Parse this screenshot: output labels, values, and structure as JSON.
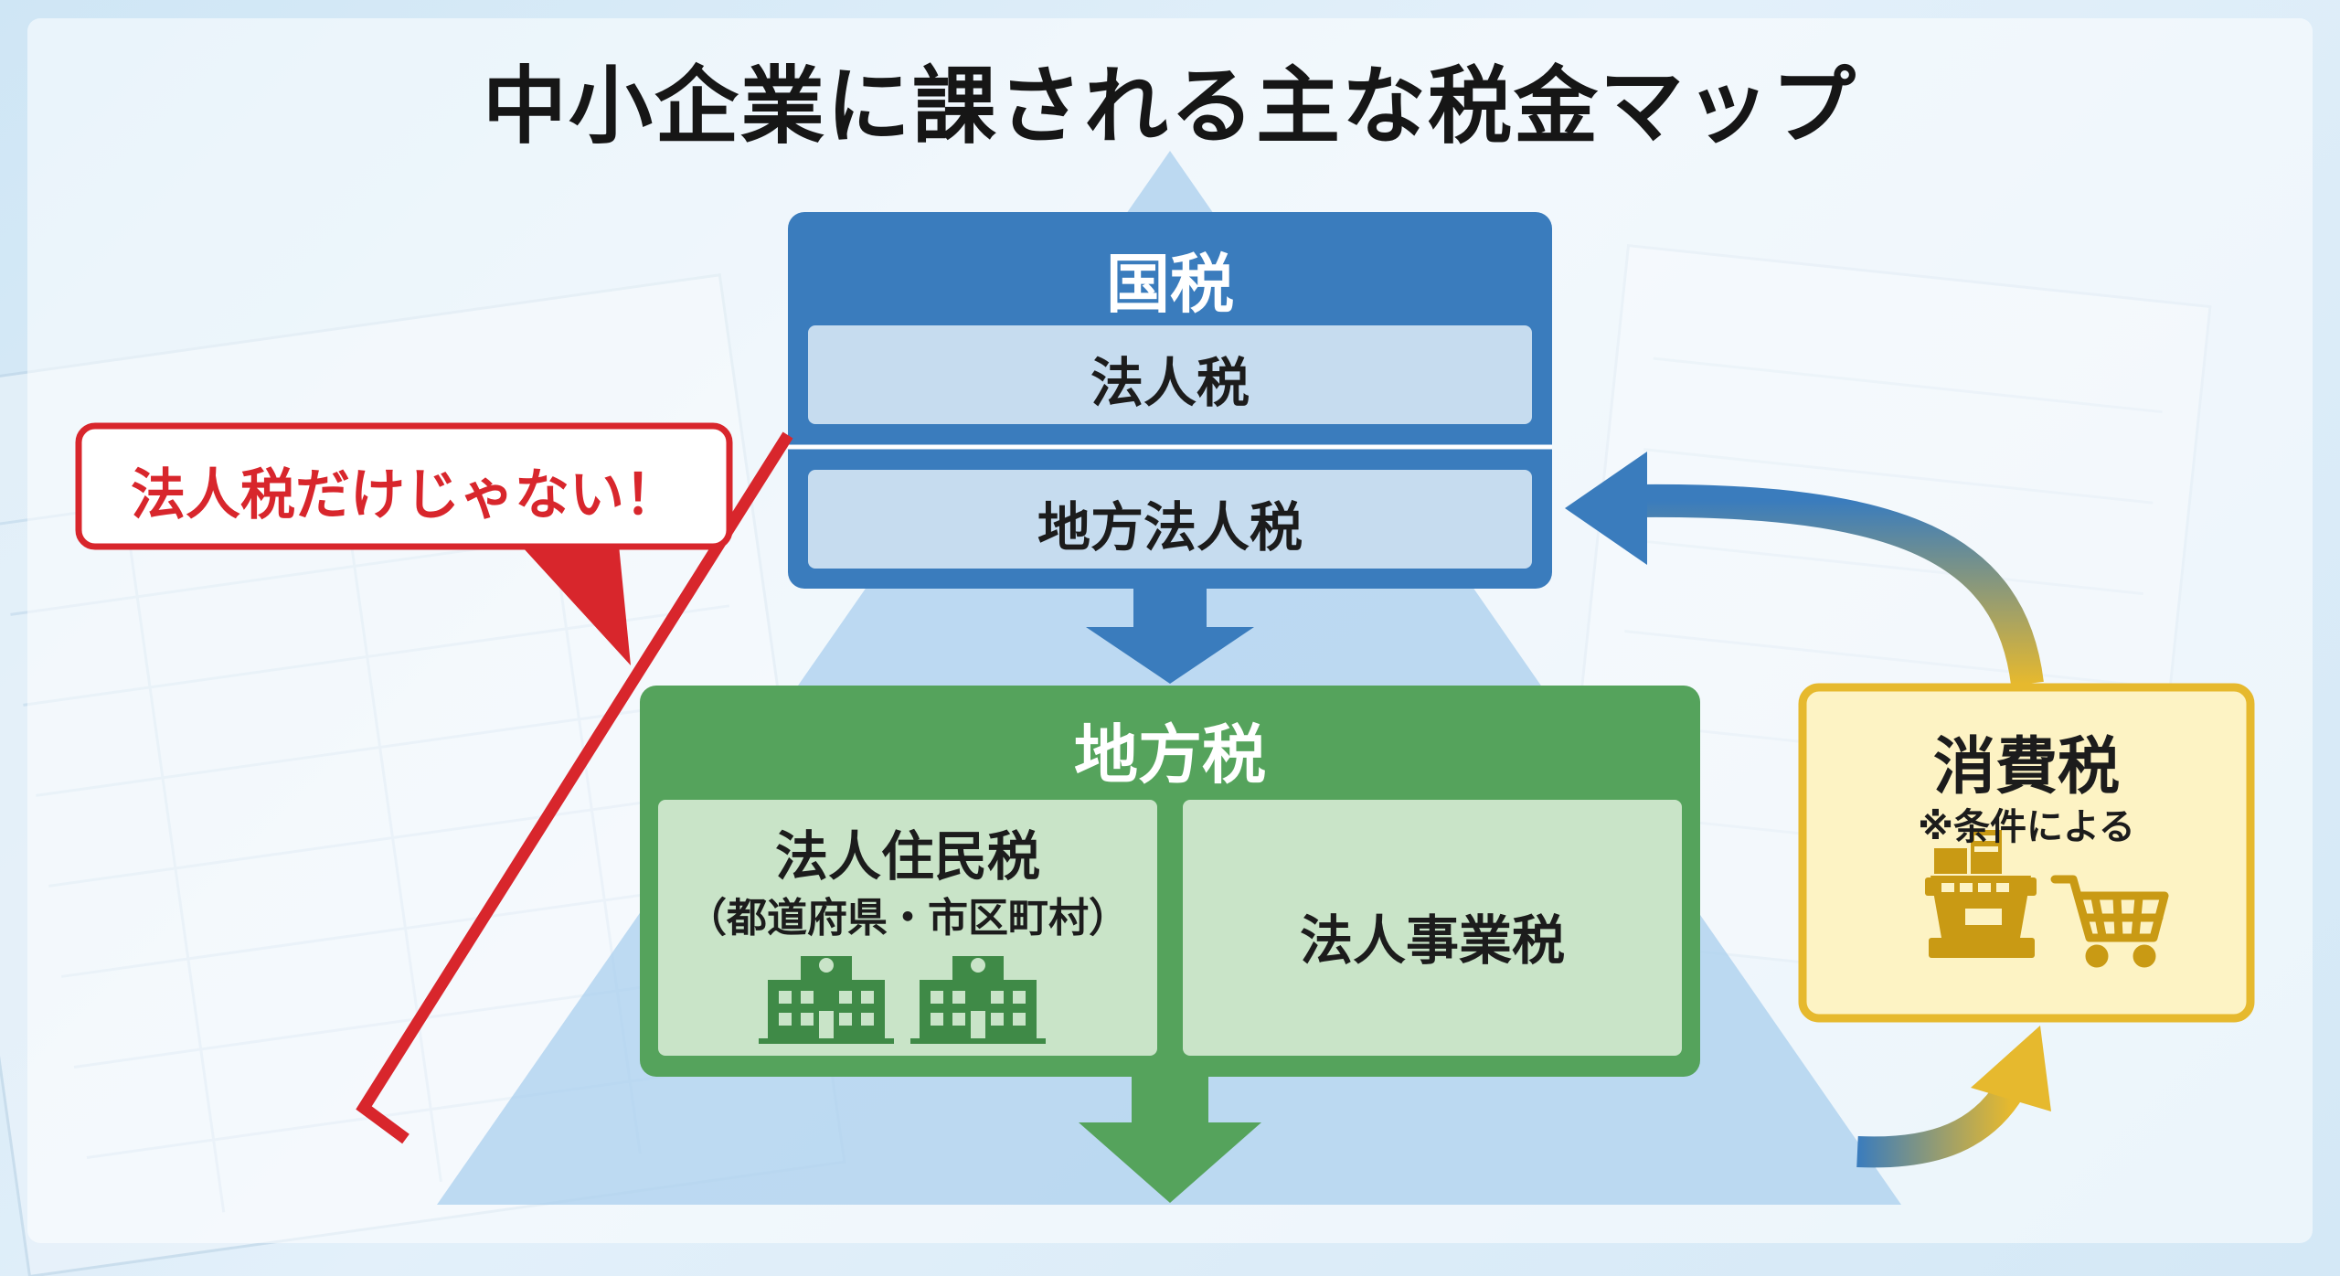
{
  "title": "中小企業に課される主な税金マップ",
  "colors": {
    "national_blue": "#3a7cbd",
    "local_green": "#55a35c",
    "consumption_yellow": "#e6b92e",
    "callout_red": "#d8262c",
    "pyramid_blue": "#a9cfee"
  },
  "national_tax": {
    "label": "国税",
    "items": [
      {
        "label": "法人税"
      },
      {
        "label": "地方法人税"
      }
    ]
  },
  "local_tax": {
    "label": "地方税",
    "items": [
      {
        "label": "法人住民税",
        "sub": "（都道府県・市区町村）",
        "icon": "government-building-icon"
      },
      {
        "label": "法人事業税"
      }
    ]
  },
  "consumption_tax": {
    "label": "消費税",
    "note": "※条件による",
    "icons": [
      "cash-register-icon",
      "shopping-cart-icon"
    ]
  },
  "callout": {
    "text": "法人税だけじゃない！"
  }
}
